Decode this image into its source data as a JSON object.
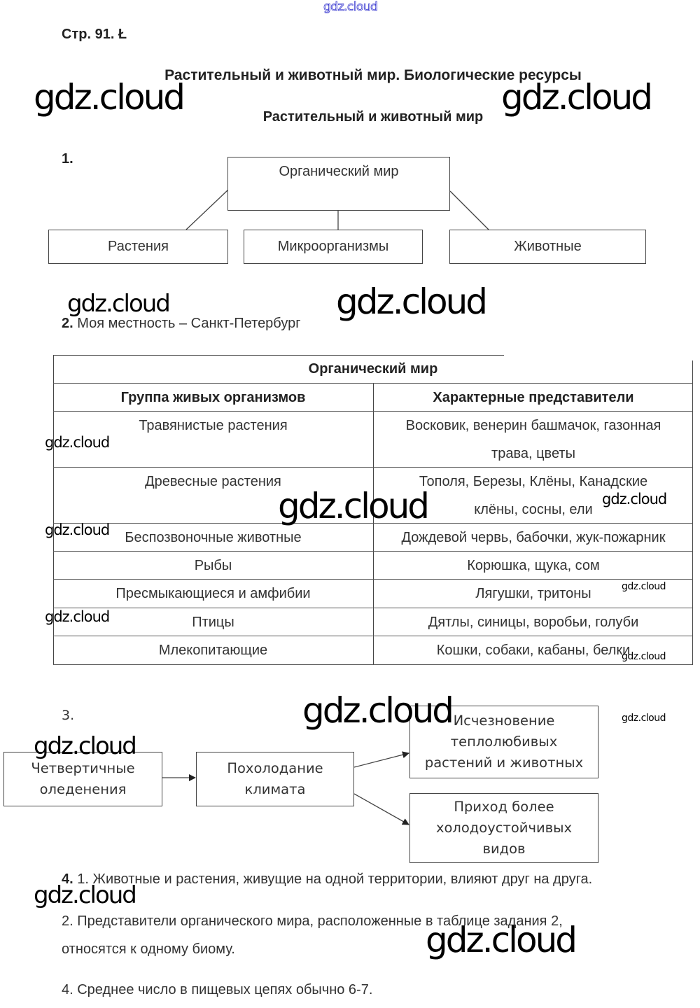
{
  "watermarks": {
    "top": "gdz.cloud",
    "text": "gdz.cloud"
  },
  "header": {
    "page_label": "Стр. 91. Ł",
    "title": "Растительный и животный мир. Биологические ресурсы",
    "subtitle": "Растительный и животный мир"
  },
  "task1": {
    "number": "1.",
    "root": "Органический мир",
    "children": [
      "Растения",
      "Микроорганизмы",
      "Животные"
    ]
  },
  "task2": {
    "number": "2.",
    "locality": "Моя местность – Санкт-Петербург",
    "table": {
      "title": "Органический мир",
      "headers": [
        "Группа живых организмов",
        "Характерные представители"
      ],
      "rows": [
        {
          "group": "Травянистые растения",
          "examples_line1": "Восковик, венерин башмачок, газонная",
          "examples_line2": "трава, цветы"
        },
        {
          "group": "Древесные растения",
          "examples_line1": "Тополя, Березы, Клёны, Канадские",
          "examples_line2": "клёны, сосны, ели"
        },
        {
          "group": "Беспозвоночные животные",
          "examples_line1": "Дождевой червь, бабочки, жук-пожарник"
        },
        {
          "group": "Рыбы",
          "examples_line1": "Корюшка, щука, сом"
        },
        {
          "group": "Пресмыкающиеся и амфибии",
          "examples_line1": "Лягушки, тритоны"
        },
        {
          "group": "Птицы",
          "examples_line1": "Дятлы, синицы, воробьи, голуби"
        },
        {
          "group": "Млекопитающие",
          "examples_line1": "Кошки, собаки, кабаны, белки"
        }
      ]
    }
  },
  "task3": {
    "number": "3.",
    "cause": [
      "Четвертичные",
      "оледенения"
    ],
    "effect": [
      "Похолодание",
      "климата"
    ],
    "results": [
      [
        "Исчезновение",
        "теплолюбивых",
        "растений и животных"
      ],
      [
        "Приход более",
        "холодоустойчивых",
        "видов"
      ]
    ]
  },
  "task4": {
    "number": "4.",
    "answers": [
      "1. Животные и растения, живущие на одной территории, влияют друг на друга.",
      "2. Представители органического мира, расположенные в таблице задания 2,",
      "относятся к одному биому.",
      "4. Среднее число в пищевых цепях обычно 6-7."
    ]
  }
}
